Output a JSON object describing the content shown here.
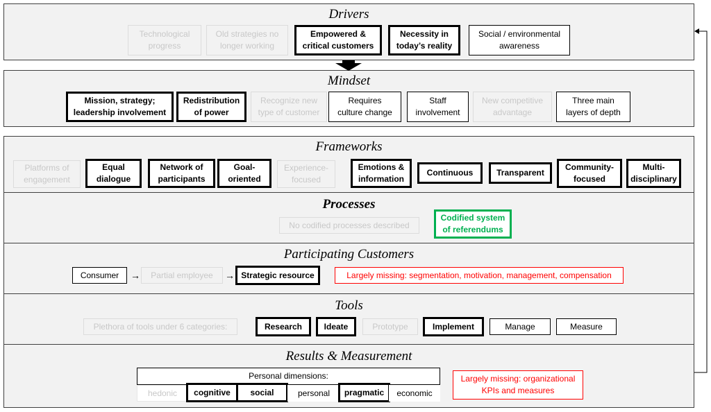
{
  "drivers": {
    "title": "Drivers",
    "items": [
      "Technological\nprogress",
      "Old strategies no\nlonger working",
      "Empowered &\ncritical customers",
      "Necessity in\ntoday’s reality",
      "Social / environmental\nawareness"
    ]
  },
  "mindset": {
    "title": "Mindset",
    "items": [
      "Mission, strategy;\nleadership involvement",
      "Redistribution\nof power",
      "Recognize new\ntype of customer",
      "Requires\nculture change",
      "Staff\ninvolvement",
      "New competitive\nadvantage",
      "Three main\nlayers of depth"
    ]
  },
  "frameworks": {
    "title": "Frameworks",
    "items": [
      "Platforms of\nengagement",
      "Equal\ndialogue",
      "Network of\nparticipants",
      "Goal-\noriented",
      "Experience-\nfocused",
      "Emotions &\ninformation",
      "Continuous",
      "Transparent",
      "Community-\nfocused",
      "Multi-\ndisciplinary"
    ]
  },
  "processes": {
    "title": "Processes",
    "items": [
      "No codified processes described",
      "Codified system\nof referendums"
    ]
  },
  "participating_customers": {
    "title": "Participating Customers",
    "items": [
      "Consumer",
      "Partial employee",
      "Strategic resource"
    ],
    "arrow": "→",
    "missing": "Largely missing: segmentation, motivation, management, compensation"
  },
  "tools": {
    "title": "Tools",
    "items": [
      "Plethora of tools under 6 categories:",
      "Research",
      "Ideate",
      "Prototype",
      "Implement",
      "Manage",
      "Measure"
    ]
  },
  "results": {
    "title": "Results & Measurement",
    "dimensions_label": "Personal dimensions:",
    "dimensions": [
      "hedonic",
      "cognitive",
      "social",
      "personal",
      "pragmatic",
      "economic"
    ],
    "missing": "Largely missing: organizational\nKPIs and measures"
  },
  "colors": {
    "panel": "#f2f2f2",
    "faded_text": "#c8c8c8",
    "highlight_green": "#00b050",
    "missing_red": "#ff0000"
  }
}
